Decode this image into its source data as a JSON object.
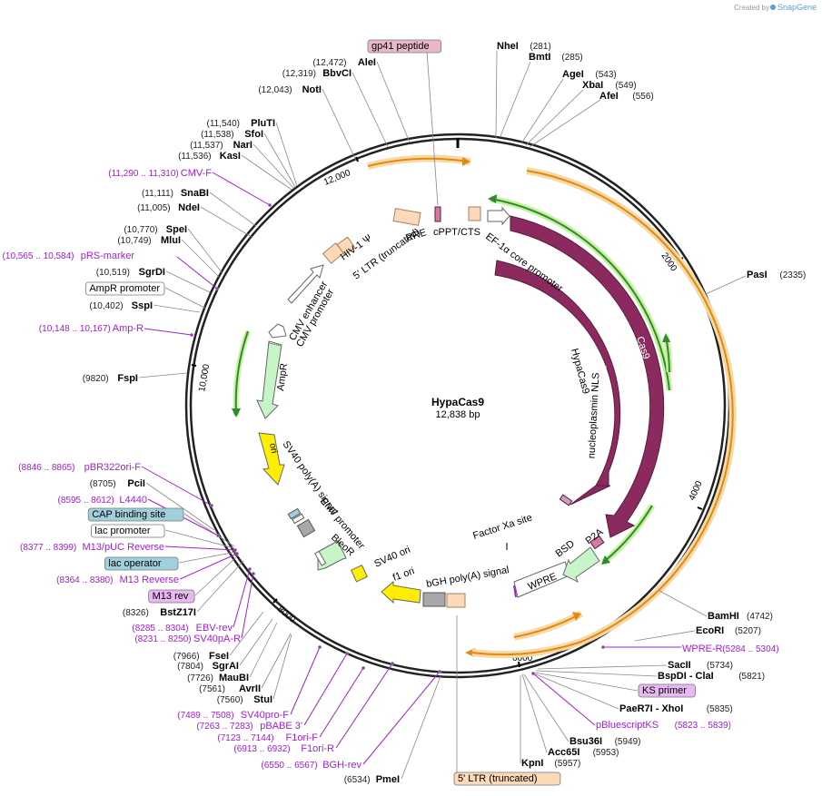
{
  "credit": {
    "prefix": "Created by",
    "brand": "SnapGene"
  },
  "map": {
    "name": "HypaCas9",
    "length_label": "12,838 bp"
  },
  "ruler": {
    "labels": [
      "2000",
      "4000",
      "6000",
      "8000",
      "10,000",
      "12,000"
    ]
  },
  "colors": {
    "cas9": "#8b2a5e",
    "orange": "#f0a030",
    "orange_glow": "#f7d9a8",
    "green": "#2e8b2e",
    "green_glow": "#c8f0a0",
    "primer": "#a020d0",
    "ori": "#ffee00",
    "light_green": "#c8f5c8",
    "peach": "#fcd9b8",
    "gray": "#a8a8a8",
    "box_blue": "#9fd0dc",
    "box_pink": "#e8b8c8",
    "box_violet": "#e8b8f0"
  },
  "features": {
    "ef1a": "EF-1α core promoter",
    "cas9": "Cas9",
    "hypacas9": "HypaCas9",
    "nls": "nucleoplasmin NLS",
    "p2a": "P2A",
    "bsd": "BSD",
    "wpre": "WPRE",
    "factor_xa": "Factor Xa site",
    "bgh": "bGH poly(A) signal",
    "f1ori": "f1 ori",
    "sv40ori": "SV40 ori",
    "bleor": "BleoR",
    "em7": "EM7 promoter",
    "sv40pa": "SV40 poly(A) signal",
    "ori": "ori",
    "ampr": "AmpR",
    "cmv_promoter": "CMV promoter",
    "cmv_enhancer": "CMV enhancer",
    "ltr5": "5' LTR (truncated)",
    "hiv1": "HIV-1 Ψ",
    "rre": "RRE",
    "cppt": "cPPT/CTS"
  },
  "labels": [
    {
      "id": "nhe",
      "name": "NheI",
      "pos": "(281)",
      "kind": "enzyme"
    },
    {
      "id": "bmt",
      "name": "BmtI",
      "pos": "(285)",
      "kind": "enzyme"
    },
    {
      "id": "age",
      "name": "AgeI",
      "pos": "(543)",
      "kind": "enzyme"
    },
    {
      "id": "xba",
      "name": "XbaI",
      "pos": "(549)",
      "kind": "enzyme"
    },
    {
      "id": "afe",
      "name": "AfeI",
      "pos": "(556)",
      "kind": "enzyme"
    },
    {
      "id": "pas",
      "name": "PasI",
      "pos": "(2335)",
      "kind": "enzyme"
    },
    {
      "id": "bam",
      "name": "BamHI",
      "pos": "(4742)",
      "kind": "enzyme"
    },
    {
      "id": "eco",
      "name": "EcoRI",
      "pos": "(5207)",
      "kind": "enzyme"
    },
    {
      "id": "wprer",
      "name": "WPRE-R",
      "pos": "(5284 .. 5304)",
      "kind": "primer"
    },
    {
      "id": "sac2",
      "name": "SacII",
      "pos": "(5734)",
      "kind": "enzyme"
    },
    {
      "id": "bspd",
      "name": "BspDI - ClaI",
      "pos": "(5821)",
      "kind": "enzyme"
    },
    {
      "id": "ks",
      "name": "KS primer",
      "pos": "",
      "kind": "box_violet"
    },
    {
      "id": "pae",
      "name": "PaeR7I - XhoI",
      "pos": "(5835)",
      "kind": "enzyme"
    },
    {
      "id": "pbks",
      "name": "pBluescriptKS",
      "pos": "(5823 .. 5839)",
      "kind": "primer"
    },
    {
      "id": "bsu",
      "name": "Bsu36I",
      "pos": "(5949)",
      "kind": "enzyme"
    },
    {
      "id": "acc",
      "name": "Acc65I",
      "pos": "(5953)",
      "kind": "enzyme"
    },
    {
      "id": "kpn",
      "name": "KpnI",
      "pos": "(5957)",
      "kind": "enzyme"
    },
    {
      "id": "ltrbox",
      "name": "5' LTR (truncated)",
      "pos": "",
      "kind": "box_peach"
    },
    {
      "id": "pme",
      "name": "PmeI",
      "pos": "(6534)",
      "kind": "enzyme"
    },
    {
      "id": "bghrev",
      "name": "BGH-rev",
      "pos": "(6550 .. 6567)",
      "kind": "primer"
    },
    {
      "id": "f1r",
      "name": "F1ori-R",
      "pos": "(6913 .. 6932)",
      "kind": "primer"
    },
    {
      "id": "f1f",
      "name": "F1ori-F",
      "pos": "(7123 .. 7144)",
      "kind": "primer"
    },
    {
      "id": "pbabe",
      "name": "pBABE 3'",
      "pos": "(7263 .. 7283)",
      "kind": "primer"
    },
    {
      "id": "sv40pro",
      "name": "SV40pro-F",
      "pos": "(7489 .. 7508)",
      "kind": "primer"
    },
    {
      "id": "stu",
      "name": "StuI",
      "pos": "(7560)",
      "kind": "enzyme"
    },
    {
      "id": "avr",
      "name": "AvrII",
      "pos": "(7561)",
      "kind": "enzyme"
    },
    {
      "id": "mau",
      "name": "MauBI",
      "pos": "(7726)",
      "kind": "enzyme"
    },
    {
      "id": "sgra",
      "name": "SgrAI",
      "pos": "(7804)",
      "kind": "enzyme"
    },
    {
      "id": "fse",
      "name": "FseI",
      "pos": "(7966)",
      "kind": "enzyme"
    },
    {
      "id": "sv40par",
      "name": "SV40pA-R",
      "pos": "(8231 .. 8250)",
      "kind": "primer"
    },
    {
      "id": "ebv",
      "name": "EBV-rev",
      "pos": "(8285 .. 8304)",
      "kind": "primer"
    },
    {
      "id": "bst",
      "name": "BstZ17I",
      "pos": "(8326)",
      "kind": "enzyme"
    },
    {
      "id": "m13rev",
      "name": "M13 rev",
      "pos": "",
      "kind": "box_violet"
    },
    {
      "id": "m13r",
      "name": "M13 Reverse",
      "pos": "(8364 .. 8380)",
      "kind": "primer"
    },
    {
      "id": "lacop",
      "name": "lac operator",
      "pos": "",
      "kind": "box_blue"
    },
    {
      "id": "m13puc",
      "name": "M13/pUC Reverse",
      "pos": "(8377 .. 8399)",
      "kind": "primer"
    },
    {
      "id": "lacpro",
      "name": "lac promoter",
      "pos": "",
      "kind": "box_white"
    },
    {
      "id": "cap",
      "name": "CAP binding site",
      "pos": "",
      "kind": "box_blue"
    },
    {
      "id": "l4440",
      "name": "L4440",
      "pos": "(8595 .. 8612)",
      "kind": "primer"
    },
    {
      "id": "pci",
      "name": "PciI",
      "pos": "(8705)",
      "kind": "enzyme"
    },
    {
      "id": "pbr",
      "name": "pBR322ori-F",
      "pos": "(8846 .. 8865)",
      "kind": "primer"
    },
    {
      "id": "fsp",
      "name": "FspI",
      "pos": "(9820)",
      "kind": "enzyme"
    },
    {
      "id": "ampR_p",
      "name": "Amp-R",
      "pos": "(10,148 .. 10,167)",
      "kind": "primer"
    },
    {
      "id": "ssp",
      "name": "SspI",
      "pos": "(10,402)",
      "kind": "enzyme"
    },
    {
      "id": "amprpro",
      "name": "AmpR promoter",
      "pos": "",
      "kind": "box_white"
    },
    {
      "id": "sgrd",
      "name": "SgrDI",
      "pos": "(10,519)",
      "kind": "enzyme"
    },
    {
      "id": "prs",
      "name": "pRS-marker",
      "pos": "(10,565 .. 10,584)",
      "kind": "primer"
    },
    {
      "id": "mlu",
      "name": "MluI",
      "pos": "(10,749)",
      "kind": "enzyme"
    },
    {
      "id": "spe",
      "name": "SpeI",
      "pos": "(10,770)",
      "kind": "enzyme"
    },
    {
      "id": "nde",
      "name": "NdeI",
      "pos": "(11,005)",
      "kind": "enzyme"
    },
    {
      "id": "snab",
      "name": "SnaBI",
      "pos": "(11,111)",
      "kind": "enzyme"
    },
    {
      "id": "cmvf",
      "name": "CMV-F",
      "pos": "(11,290 .. 11,310)",
      "kind": "primer"
    },
    {
      "id": "kas",
      "name": "KasI",
      "pos": "(11,536)",
      "kind": "enzyme"
    },
    {
      "id": "nar",
      "name": "NarI",
      "pos": "(11,537)",
      "kind": "enzyme"
    },
    {
      "id": "sfo",
      "name": "SfoI",
      "pos": "(11,538)",
      "kind": "enzyme"
    },
    {
      "id": "plu",
      "name": "PluTI",
      "pos": "(11,540)",
      "kind": "enzyme"
    },
    {
      "id": "not",
      "name": "NotI",
      "pos": "(12,043)",
      "kind": "enzyme"
    },
    {
      "id": "bbv",
      "name": "BbvCI",
      "pos": "(12,319)",
      "kind": "enzyme"
    },
    {
      "id": "ale",
      "name": "AleI",
      "pos": "(12,472)",
      "kind": "enzyme"
    },
    {
      "id": "gp41",
      "name": "gp41 peptide",
      "pos": "",
      "kind": "box_pink"
    }
  ]
}
